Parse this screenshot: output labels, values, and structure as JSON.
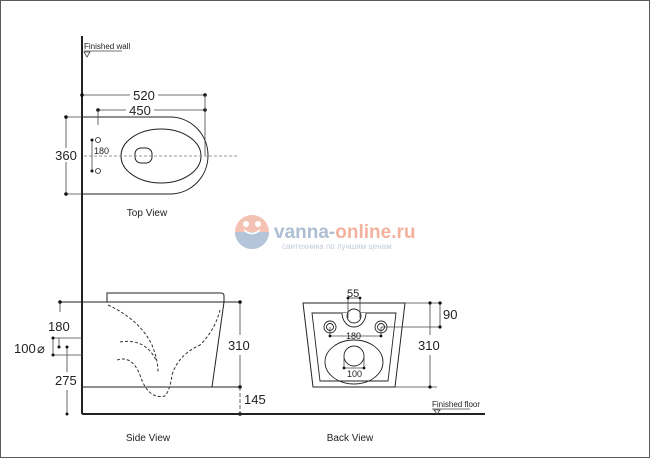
{
  "reference_lines": {
    "finished_wall": "Finished wall",
    "finished_floor": "Finished floor"
  },
  "views": {
    "top": {
      "label": "Top View",
      "dimensions": {
        "overall_depth": "520",
        "bowl_depth": "450",
        "width": "360",
        "bolt_spacing": "180"
      }
    },
    "side": {
      "label": "Side View",
      "dimensions": {
        "bolt_spacing": "180",
        "outlet_diameter": "100",
        "diameter_symbol": "⌀",
        "outlet_height": "275",
        "height": "310",
        "floor_clearance": "145"
      }
    },
    "back": {
      "label": "Back View",
      "dimensions": {
        "inlet_spacing": "55",
        "top_offset": "90",
        "bolt_spacing": "180",
        "height": "310",
        "outlet_width": "100"
      }
    }
  },
  "watermark": {
    "title_part1": "vanna-",
    "title_part2": "online.ru",
    "subtitle": "сантехника по лучшим ценам",
    "colors": {
      "blue": "#9fb3cc",
      "salmon": "#f2a58c"
    }
  }
}
